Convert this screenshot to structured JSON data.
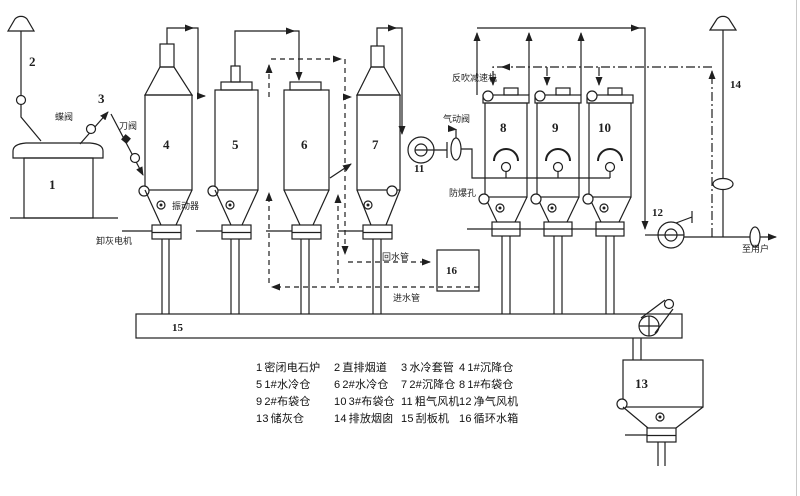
{
  "colors": {
    "line": "#1f1f1f",
    "bg": "#ffffff"
  },
  "equipment_numbers": {
    "furnace": "1",
    "flue": "2",
    "jacket_pipe": "3",
    "settling_bin_1": "4",
    "water_cool_bin_1": "5",
    "water_cool_bin_2": "6",
    "settling_bin_2": "7",
    "bag_bin_1": "8",
    "bag_bin_2": "9",
    "bag_bin_3": "10",
    "raw_gas_fan": "11",
    "clean_gas_fan": "12",
    "ash_storage_bin": "13",
    "discharge_stack": "14",
    "scraper_conveyor": "15",
    "water_tank": "16"
  },
  "annotations": {
    "butterfly_valve": "蝶阀",
    "knife_valve": "刀阀",
    "vibrator": "振动器",
    "ash_discharge_motor": "卸灰电机",
    "pneumatic_valve": "气动阀",
    "backblow_reducer": "反吹减速机",
    "explosion_vent": "防爆孔",
    "to_user": "至用户",
    "return_water_pipe": "回水管",
    "inlet_water_pipe": "进水管"
  },
  "legend": {
    "items": [
      {
        "num": "1",
        "name": "密闭电石炉"
      },
      {
        "num": "2",
        "name": "直排烟道"
      },
      {
        "num": "3",
        "name": "水冷套管"
      },
      {
        "num": "4",
        "name": "1#沉降仓"
      },
      {
        "num": "5",
        "name": "1#水冷仓"
      },
      {
        "num": "6",
        "name": "2#水冷仓"
      },
      {
        "num": "7",
        "name": "2#沉降仓"
      },
      {
        "num": "8",
        "name": "1#布袋仓"
      },
      {
        "num": "9",
        "name": "2#布袋仓"
      },
      {
        "num": "10",
        "name": "3#布袋仓"
      },
      {
        "num": "11",
        "name": "粗气风机"
      },
      {
        "num": "12",
        "name": "净气风机"
      },
      {
        "num": "13",
        "name": "储灰仓"
      },
      {
        "num": "14",
        "name": "排放烟囱"
      },
      {
        "num": "15",
        "name": "刮板机"
      },
      {
        "num": "16",
        "name": "循环水箱"
      }
    ]
  }
}
